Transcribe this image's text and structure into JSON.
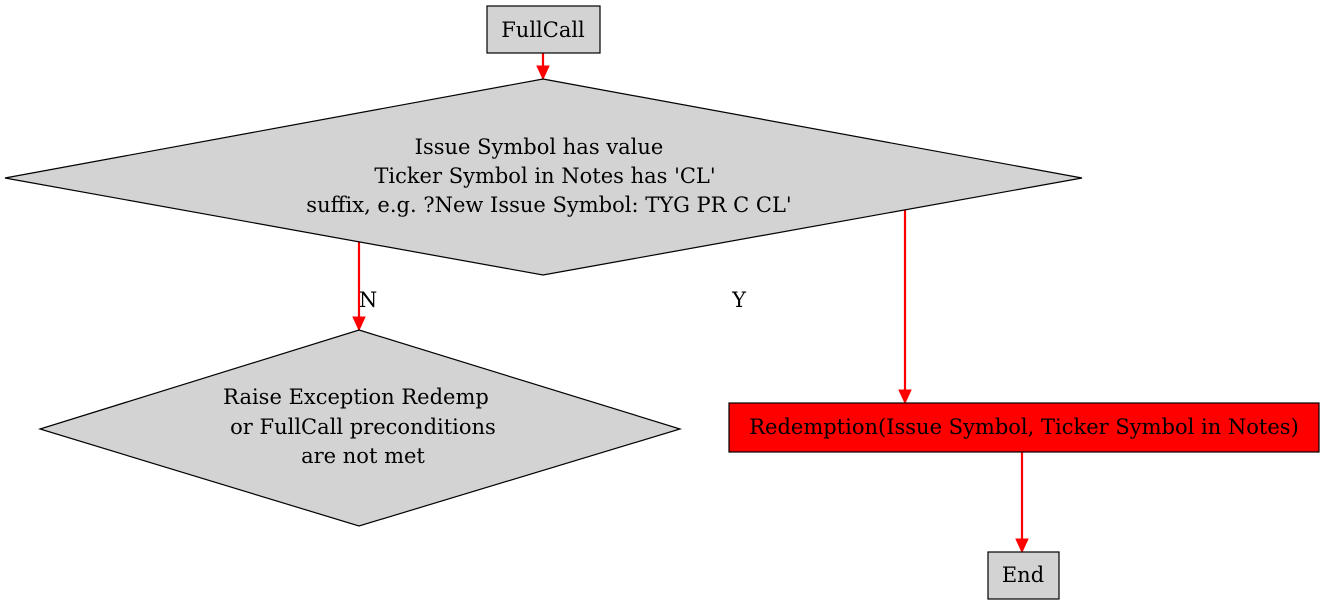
{
  "nodes": {
    "start": {
      "label": "FullCall",
      "fill": "#d3d3d3"
    },
    "decision": {
      "lines": [
        "Issue Symbol has value",
        "Ticker Symbol in Notes has 'CL'",
        "suffix, e.g. ?New Issue Symbol: TYG PR C CL'"
      ],
      "fill": "#d3d3d3"
    },
    "exception": {
      "lines": [
        "Raise Exception Redemp",
        "or FullCall preconditions",
        "are not met"
      ],
      "fill": "#d3d3d3"
    },
    "redemption": {
      "label": "Redemption(Issue Symbol, Ticker Symbol in Notes)",
      "fill": "#ff0000"
    },
    "end": {
      "label": "End",
      "fill": "#d3d3d3"
    }
  },
  "edges": {
    "no_label": "N",
    "yes_label": "Y",
    "color": "#ff0000"
  }
}
